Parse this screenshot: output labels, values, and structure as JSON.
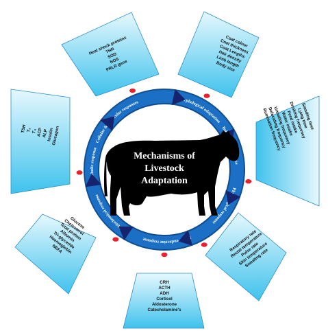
{
  "center": {
    "title_lines": [
      "Mechanisms of",
      "Livestock",
      "Adaptation"
    ]
  },
  "ring_labels": {
    "cellular": "Cellular & Molecular responses",
    "morphological": "Morphological adaptation",
    "behavioural": "Behavioural response",
    "physiological": "Physiological response",
    "neuroendocrine": "Neuro-endocrine response",
    "blood": "Blood biochemical response",
    "metabolic": "Metabolic response"
  },
  "panels": {
    "cellular": [
      "Heat shock proteins",
      "THR",
      "SOD",
      "NOS",
      "PRLR gene"
    ],
    "morphological": [
      "Coat colour",
      "Coat thickness",
      "Coat Lengths",
      "Hair density",
      "Limb length",
      "Body size"
    ],
    "behavioural": [
      "Standing time",
      "Lying time",
      "Drinking frequency",
      "Feed intake",
      "Water intake",
      "Urinating frequency",
      "Defecating frequency",
      "Rumination frequency"
    ],
    "physiological": [
      "Respiratory rate",
      "Rectal temperature",
      "Pulse rate",
      "Skin temperature",
      "Sweating rate"
    ],
    "neuroendocrine": [
      "CRH",
      "ACTH",
      "ADH",
      "Cortisol",
      "Aldosterone",
      "Catecholamine's"
    ],
    "blood": [
      "Glucose",
      "Cholesterol",
      "Total protein",
      "Albumin",
      "Tri-glyceride",
      "Haemoglobin",
      "NEFA"
    ],
    "metabolic": [
      "TSH",
      "T₃",
      "T₄",
      "ACP",
      "ALP",
      "Insulin",
      "Glucagon"
    ]
  },
  "colors": {
    "ring": "#1b6fc4",
    "ring_dark": "#114f95",
    "arrow": "#16246e",
    "panel_top": "#dff5fd",
    "panel_bottom": "#47c6ee",
    "connector": "#e8212c",
    "silhouette": "#000000"
  }
}
